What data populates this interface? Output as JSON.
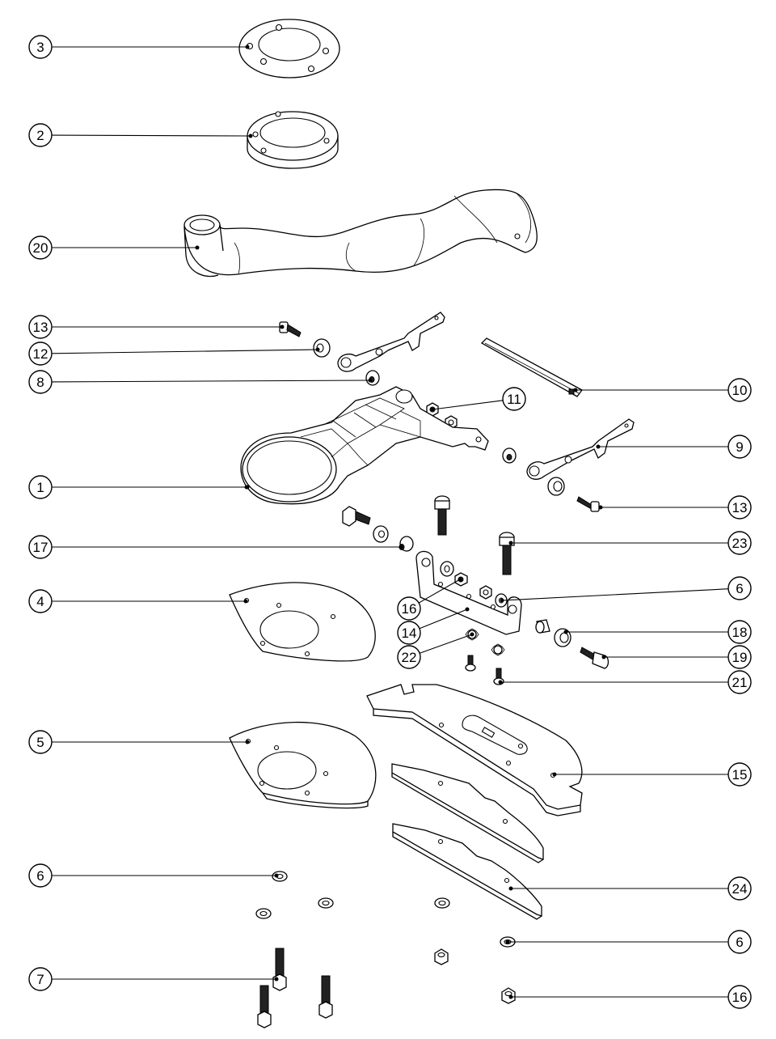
{
  "callouts": [
    {
      "id": "c-3",
      "label": "3"
    },
    {
      "id": "c-2",
      "label": "2"
    },
    {
      "id": "c-20",
      "label": "20"
    },
    {
      "id": "c-13a",
      "label": "13"
    },
    {
      "id": "c-12",
      "label": "12"
    },
    {
      "id": "c-8",
      "label": "8"
    },
    {
      "id": "c-1",
      "label": "1"
    },
    {
      "id": "c-17",
      "label": "17"
    },
    {
      "id": "c-4",
      "label": "4"
    },
    {
      "id": "c-5",
      "label": "5"
    },
    {
      "id": "c-6a",
      "label": "6"
    },
    {
      "id": "c-7",
      "label": "7"
    },
    {
      "id": "c-11",
      "label": "11"
    },
    {
      "id": "c-10",
      "label": "10"
    },
    {
      "id": "c-9",
      "label": "9"
    },
    {
      "id": "c-13b",
      "label": "13"
    },
    {
      "id": "c-23",
      "label": "23"
    },
    {
      "id": "c-6b",
      "label": "6"
    },
    {
      "id": "c-16a",
      "label": "16"
    },
    {
      "id": "c-14",
      "label": "14"
    },
    {
      "id": "c-22",
      "label": "22"
    },
    {
      "id": "c-18",
      "label": "18"
    },
    {
      "id": "c-19",
      "label": "19"
    },
    {
      "id": "c-21",
      "label": "21"
    },
    {
      "id": "c-15",
      "label": "15"
    },
    {
      "id": "c-24",
      "label": "24"
    },
    {
      "id": "c-6c",
      "label": "6"
    },
    {
      "id": "c-16b",
      "label": "16"
    }
  ]
}
